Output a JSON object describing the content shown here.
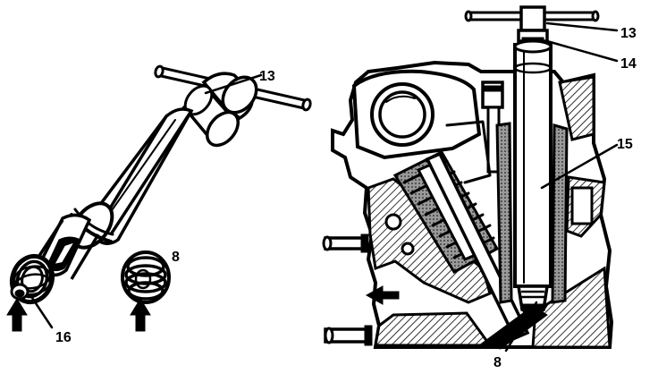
{
  "callouts": {
    "tool_handle_left": "13",
    "tool_handle_right": "13",
    "guide_sleeve": "14",
    "tool_body": "15",
    "tool_tip": "16",
    "valve_seal_left": "8",
    "valve_seal_right": "8"
  },
  "colors": {
    "ink": "#000000",
    "paper": "#ffffff",
    "section_fill": "#9a9a9a"
  }
}
